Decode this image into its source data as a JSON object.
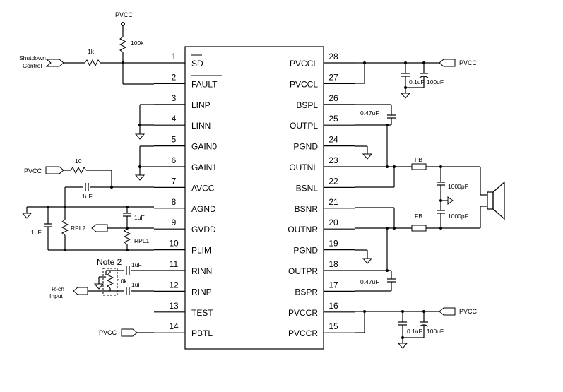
{
  "chip": {
    "left_pins": [
      {
        "num": "1",
        "name": "SD"
      },
      {
        "num": "2",
        "name": "FAULT"
      },
      {
        "num": "3",
        "name": "LINP"
      },
      {
        "num": "4",
        "name": "LINN"
      },
      {
        "num": "5",
        "name": "GAIN0"
      },
      {
        "num": "6",
        "name": "GAIN1"
      },
      {
        "num": "7",
        "name": "AVCC"
      },
      {
        "num": "8",
        "name": "AGND"
      },
      {
        "num": "9",
        "name": "GVDD"
      },
      {
        "num": "10",
        "name": "PLIM"
      },
      {
        "num": "11",
        "name": "RINN"
      },
      {
        "num": "12",
        "name": "RINP"
      },
      {
        "num": "13",
        "name": "TEST"
      },
      {
        "num": "14",
        "name": "PBTL"
      }
    ],
    "right_pins": [
      {
        "num": "28",
        "name": "PVCCL"
      },
      {
        "num": "27",
        "name": "PVCCL"
      },
      {
        "num": "26",
        "name": "BSPL"
      },
      {
        "num": "25",
        "name": "OUTPL"
      },
      {
        "num": "24",
        "name": "PGND"
      },
      {
        "num": "23",
        "name": "OUTNL"
      },
      {
        "num": "22",
        "name": "BSNL"
      },
      {
        "num": "21",
        "name": "BSNR"
      },
      {
        "num": "20",
        "name": "OUTNR"
      },
      {
        "num": "19",
        "name": "PGND"
      },
      {
        "num": "18",
        "name": "OUTPR"
      },
      {
        "num": "17",
        "name": "BSPR"
      },
      {
        "num": "16",
        "name": "PVCCR"
      },
      {
        "num": "15",
        "name": "PVCCR"
      }
    ]
  },
  "labels": {
    "pvcc_top": "PVCC",
    "r_100k": "100k",
    "r_1k": "1k",
    "shutdown_1": "Shutdown",
    "shutdown_2": "Control",
    "pvcc_avcc": "PVCC",
    "r_10": "10",
    "c_avcc": "1uF",
    "c_agnd": "1uF",
    "c_gvdd": "1uF",
    "rpl2": "RPL2",
    "rpl1": "RPL1",
    "note2": "Note 2",
    "c_rinn": "1uF",
    "c_rinp": "1uF",
    "r_10k": "10k",
    "rch_1": "R-ch",
    "rch_2": "Input",
    "pvcc_pbtl": "PVCC",
    "pvcc_right_top": "PVCC",
    "c_01uf_top": "0.1uF",
    "c_100uf_top": "100uF",
    "c_047_top": "0.47uF",
    "fb_top": "FB",
    "c_1000pf_top": "1000pF",
    "c_1000pf_bot": "1000pF",
    "fb_bot": "FB",
    "c_047_bot": "0.47uF",
    "pvcc_right_bot": "PVCC",
    "c_01uf_bot": "0.1uF",
    "c_100uf_bot": "100uF"
  }
}
